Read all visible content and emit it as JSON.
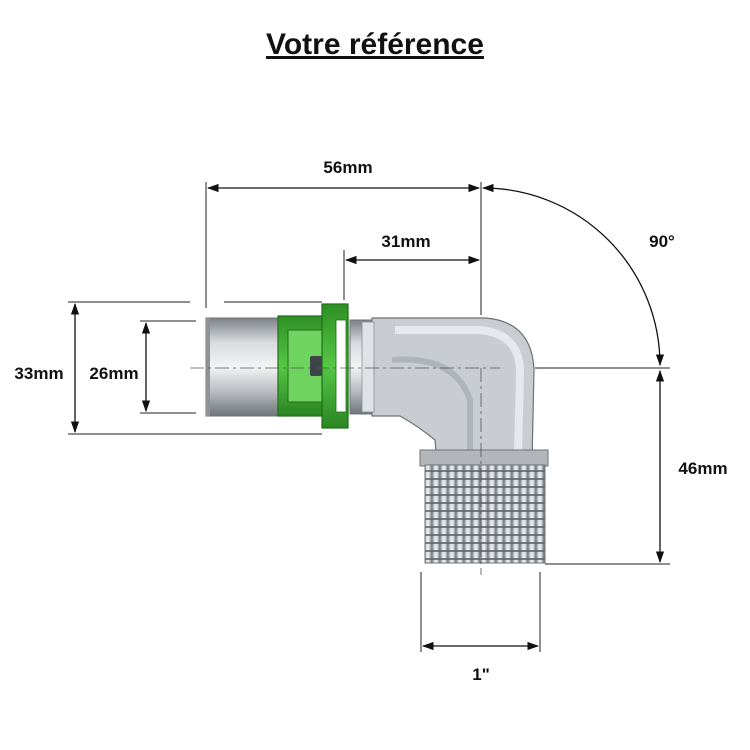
{
  "title": "Votre référence",
  "dimensions": {
    "overall_length": "56mm",
    "insert_length": "31mm",
    "angle": "90°",
    "outer_diameter": "33mm",
    "inner_diameter": "26mm",
    "height": "46mm",
    "thread": "1\""
  },
  "colors": {
    "ring": "#3bb12e",
    "metal": "#b8bcc0",
    "text": "#111111"
  }
}
